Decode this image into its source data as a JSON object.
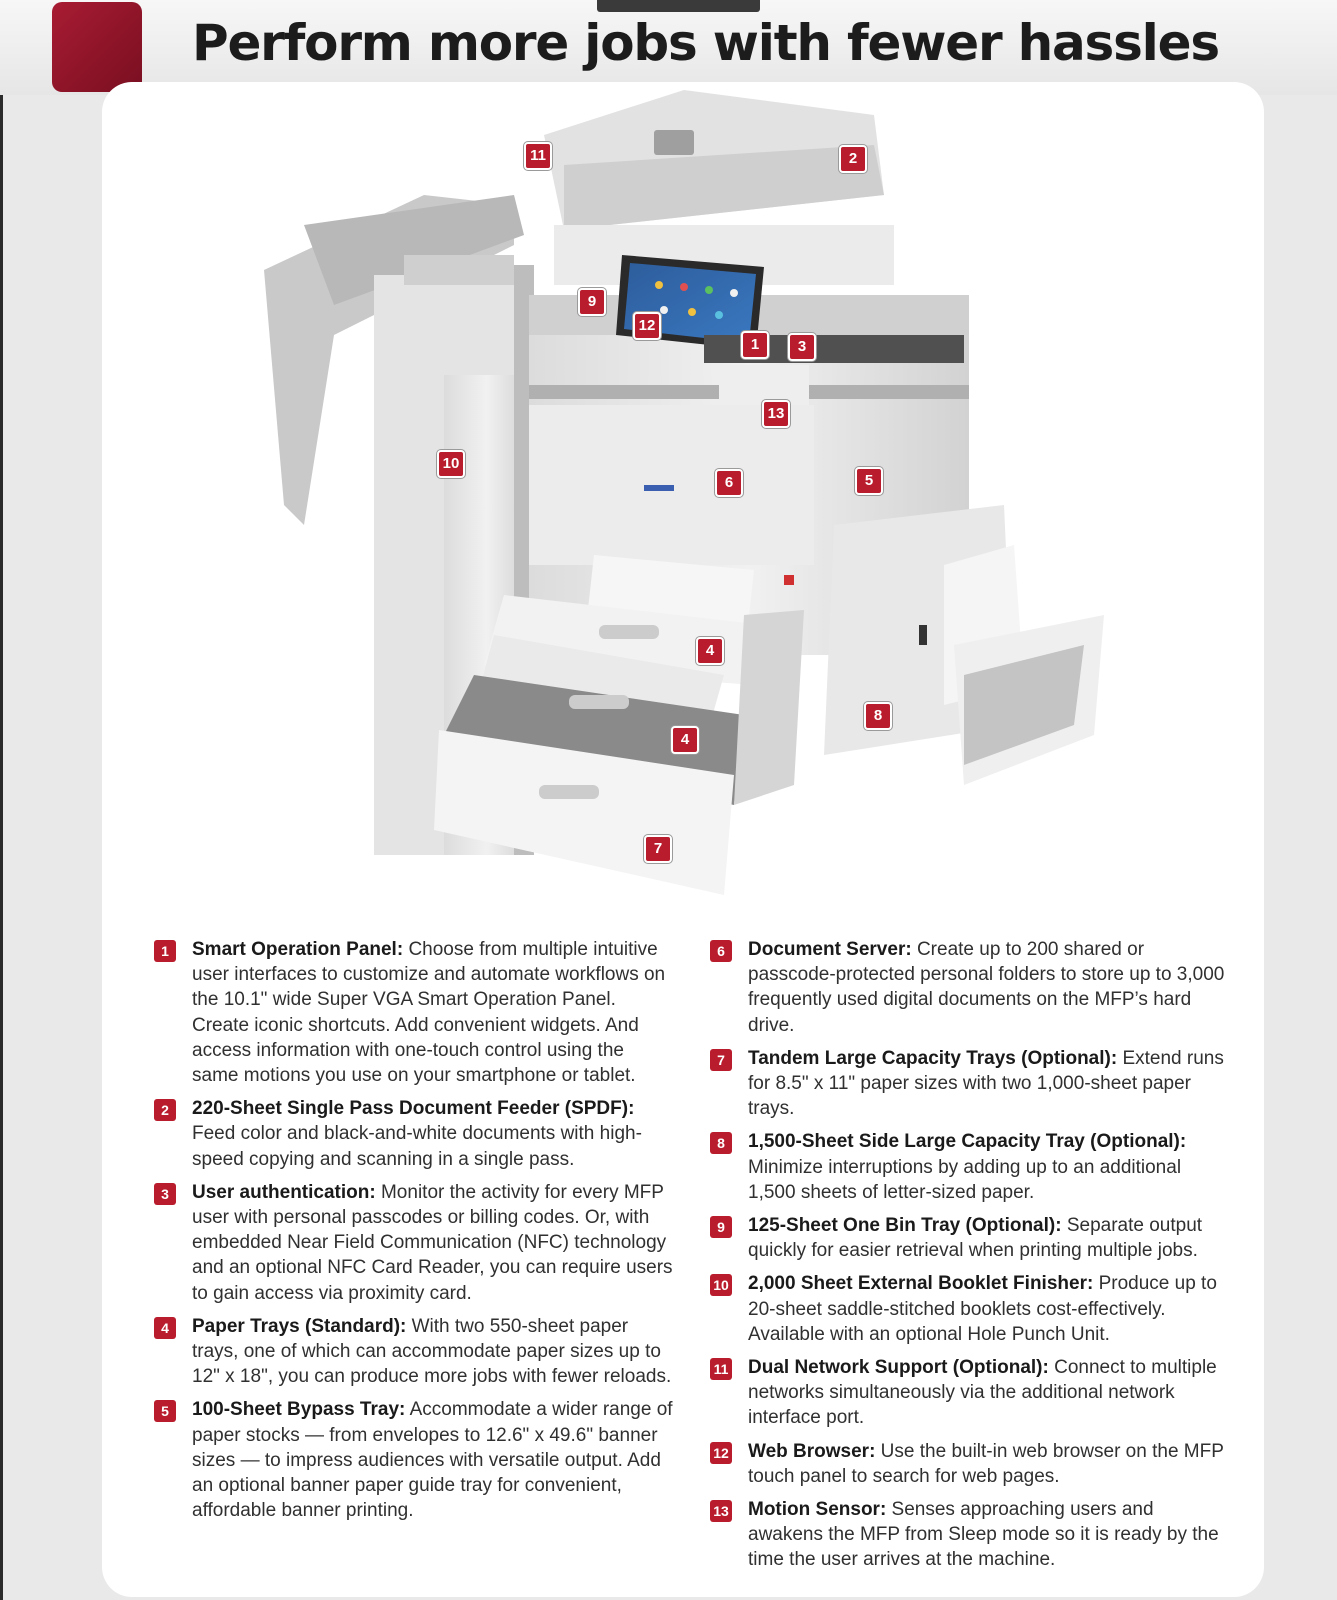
{
  "page": {
    "title": "Perform more jobs with fewer hassles"
  },
  "colors": {
    "brand_red": "#b91c2c",
    "square_red": "#9a1830"
  },
  "image": {
    "name": "multifunction-printer-photo",
    "callouts": [
      {
        "label": "11"
      },
      {
        "label": "2"
      },
      {
        "label": "9"
      },
      {
        "label": "12"
      },
      {
        "label": "1"
      },
      {
        "label": "3"
      },
      {
        "label": "13"
      },
      {
        "label": "10"
      },
      {
        "label": "6"
      },
      {
        "label": "5"
      },
      {
        "label": "4"
      },
      {
        "label": "4"
      },
      {
        "label": "8"
      },
      {
        "label": "7"
      }
    ]
  },
  "features": [
    {
      "num": "1",
      "title": "Smart Operation Panel:",
      "text": " Choose from multiple intuitive user interfaces to customize and automate workflows on the 10.1\" wide Super VGA Smart Operation Panel. Create iconic shortcuts. Add convenient widgets. And access information with one-touch control using the same motions you use on your smartphone or tablet."
    },
    {
      "num": "2",
      "title": "220-Sheet Single Pass Document Feeder (SPDF):",
      "text": " Feed color and black-and-white documents with high-speed copying and scanning in a single pass."
    },
    {
      "num": "3",
      "title": "User authentication:",
      "text": " Monitor the activity for every MFP user with personal passcodes or billing codes. Or, with embedded Near Field Communication (NFC) technology and an optional NFC Card Reader, you can require users to gain access via proximity card."
    },
    {
      "num": "4",
      "title": "Paper Trays (Standard):",
      "text": " With two 550-sheet paper trays, one of which can accommodate paper sizes up to 12\" x 18\", you can produce more jobs with fewer reloads."
    },
    {
      "num": "5",
      "title": "100-Sheet Bypass Tray:",
      "text": " Accommodate a wider range of paper stocks — from envelopes to 12.6\" x 49.6\" banner sizes — to impress audiences with versatile output. Add an optional banner paper guide tray for convenient, affordable banner printing."
    },
    {
      "num": "6",
      "title": "Document Server:",
      "text": " Create up to 200 shared or passcode-protected personal folders to store up to 3,000 frequently used digital documents on the MFP’s hard drive."
    },
    {
      "num": "7",
      "title": "Tandem Large Capacity Trays (Optional):",
      "text": " Extend runs for 8.5\" x 11\" paper sizes with two 1,000-sheet paper trays."
    },
    {
      "num": "8",
      "title": "1,500-Sheet Side Large Capacity Tray (Optional):",
      "text": " Minimize interruptions by adding up to an additional 1,500 sheets of letter-sized paper."
    },
    {
      "num": "9",
      "title": "125-Sheet One Bin Tray (Optional):",
      "text": " Separate output quickly for easier retrieval when printing multiple jobs."
    },
    {
      "num": "10",
      "title": "2,000 Sheet External Booklet Finisher:",
      "text": " Produce up to 20-sheet saddle-stitched booklets cost-effectively. Available with an optional Hole Punch Unit."
    },
    {
      "num": "11",
      "title": "Dual Network Support (Optional):",
      "text": " Connect to multiple networks simultaneously via the additional network interface port."
    },
    {
      "num": "12",
      "title": "Web Browser:",
      "text": " Use the built-in web browser on the MFP touch panel to search for web pages."
    },
    {
      "num": "13",
      "title": "Motion Sensor:",
      "text": " Senses approaching users and awakens the MFP from Sleep mode so it is ready by the time the user arrives at the machine."
    }
  ]
}
